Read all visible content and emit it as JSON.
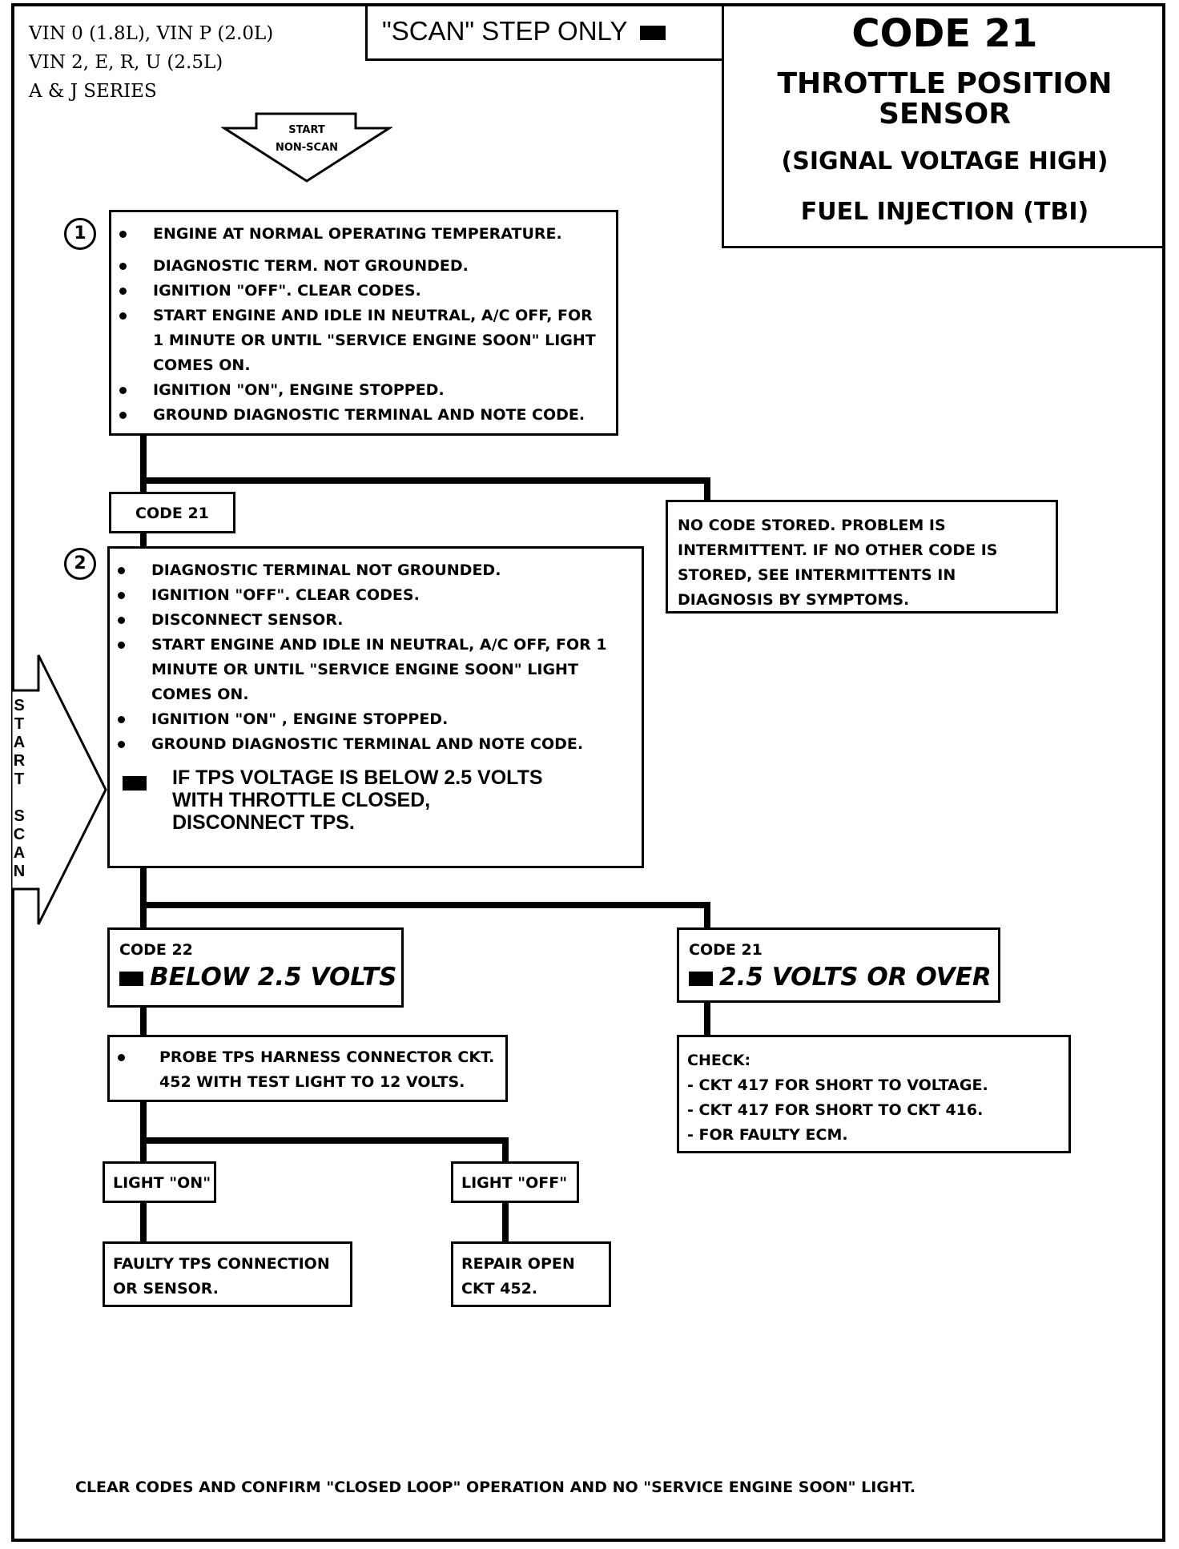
{
  "header": {
    "vin_lines": [
      "VIN 0 (1.8L), VIN P (2.0L)",
      "VIN 2, E, R, U (2.5L)",
      "A & J SERIES"
    ],
    "scan_step_label": "\"SCAN\" STEP ONLY",
    "code_title": "CODE 21",
    "sensor_title": "THROTTLE POSITION SENSOR",
    "condition": "(SIGNAL VOLTAGE HIGH)",
    "system": "FUEL INJECTION (TBI)"
  },
  "start_non_scan": [
    "START",
    "NON-SCAN"
  ],
  "start_scan": [
    "S",
    "T",
    "A",
    "R",
    "T",
    "",
    "S",
    "C",
    "A",
    "N"
  ],
  "step1": {
    "number": "1",
    "items": [
      "ENGINE AT NORMAL OPERATING TEMPERATURE.",
      "DIAGNOSTIC TERM. NOT GROUNDED.",
      "IGNITION \"OFF\". CLEAR CODES.",
      "START ENGINE AND IDLE IN NEUTRAL, A/C OFF, FOR 1 MINUTE OR UNTIL \"SERVICE ENGINE SOON\" LIGHT COMES ON.",
      "IGNITION \"ON\", ENGINE STOPPED.",
      "GROUND DIAGNOSTIC TERMINAL AND NOTE CODE."
    ]
  },
  "code21_branch": "CODE 21",
  "no_code": "NO CODE STORED. PROBLEM IS INTERMITTENT. IF NO OTHER CODE IS STORED, SEE INTERMITTENTS IN DIAGNOSIS BY SYMPTOMS.",
  "step2": {
    "number": "2",
    "items": [
      "DIAGNOSTIC TERMINAL NOT GROUNDED.",
      "IGNITION \"OFF\". CLEAR CODES.",
      "DISCONNECT SENSOR.",
      "START ENGINE AND IDLE IN NEUTRAL, A/C OFF, FOR 1 MINUTE OR UNTIL \"SERVICE ENGINE SOON\" LIGHT COMES ON.",
      "IGNITION \"ON\" , ENGINE STOPPED.",
      "GROUND DIAGNOSTIC TERMINAL AND NOTE CODE."
    ],
    "scan_note": [
      "IF TPS VOLTAGE IS BELOW 2.5 VOLTS",
      "WITH THROTTLE CLOSED,",
      "DISCONNECT TPS."
    ]
  },
  "code22": {
    "label": "CODE 22",
    "value": "BELOW 2.5 VOLTS"
  },
  "code21_over": {
    "label": "CODE 21",
    "value": "2.5 VOLTS OR OVER"
  },
  "probe": "PROBE TPS HARNESS CONNECTOR CKT. 452 WITH TEST LIGHT TO 12 VOLTS.",
  "check": {
    "title": "CHECK:",
    "items": [
      "- CKT 417 FOR SHORT TO VOLTAGE.",
      "- CKT 417 FOR SHORT TO CKT 416.",
      "- FOR FAULTY ECM."
    ]
  },
  "light_on": "LIGHT \"ON\"",
  "light_off": "LIGHT \"OFF\"",
  "faulty": "FAULTY TPS CONNECTION OR SENSOR.",
  "repair": "REPAIR OPEN CKT 452.",
  "footer": "CLEAR CODES AND CONFIRM \"CLOSED LOOP\" OPERATION AND NO \"SERVICE ENGINE SOON\" LIGHT."
}
